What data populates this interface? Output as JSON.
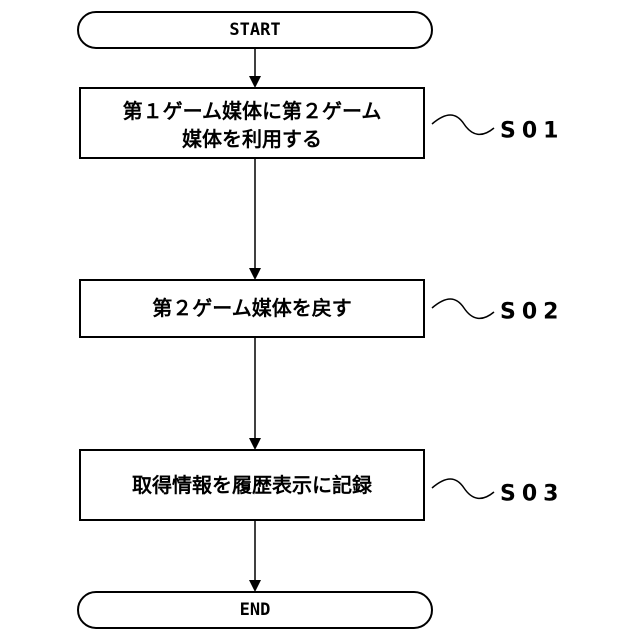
{
  "flowchart": {
    "start": {
      "label": "START"
    },
    "end": {
      "label": "END"
    },
    "steps": [
      {
        "id": "S01",
        "lines": [
          "第１ゲーム媒体に第２ゲーム",
          "媒体を利用する"
        ]
      },
      {
        "id": "S02",
        "lines": [
          "第２ゲーム媒体を戻す"
        ]
      },
      {
        "id": "S03",
        "lines": [
          "取得情報を履歴表示に記録"
        ]
      }
    ]
  }
}
